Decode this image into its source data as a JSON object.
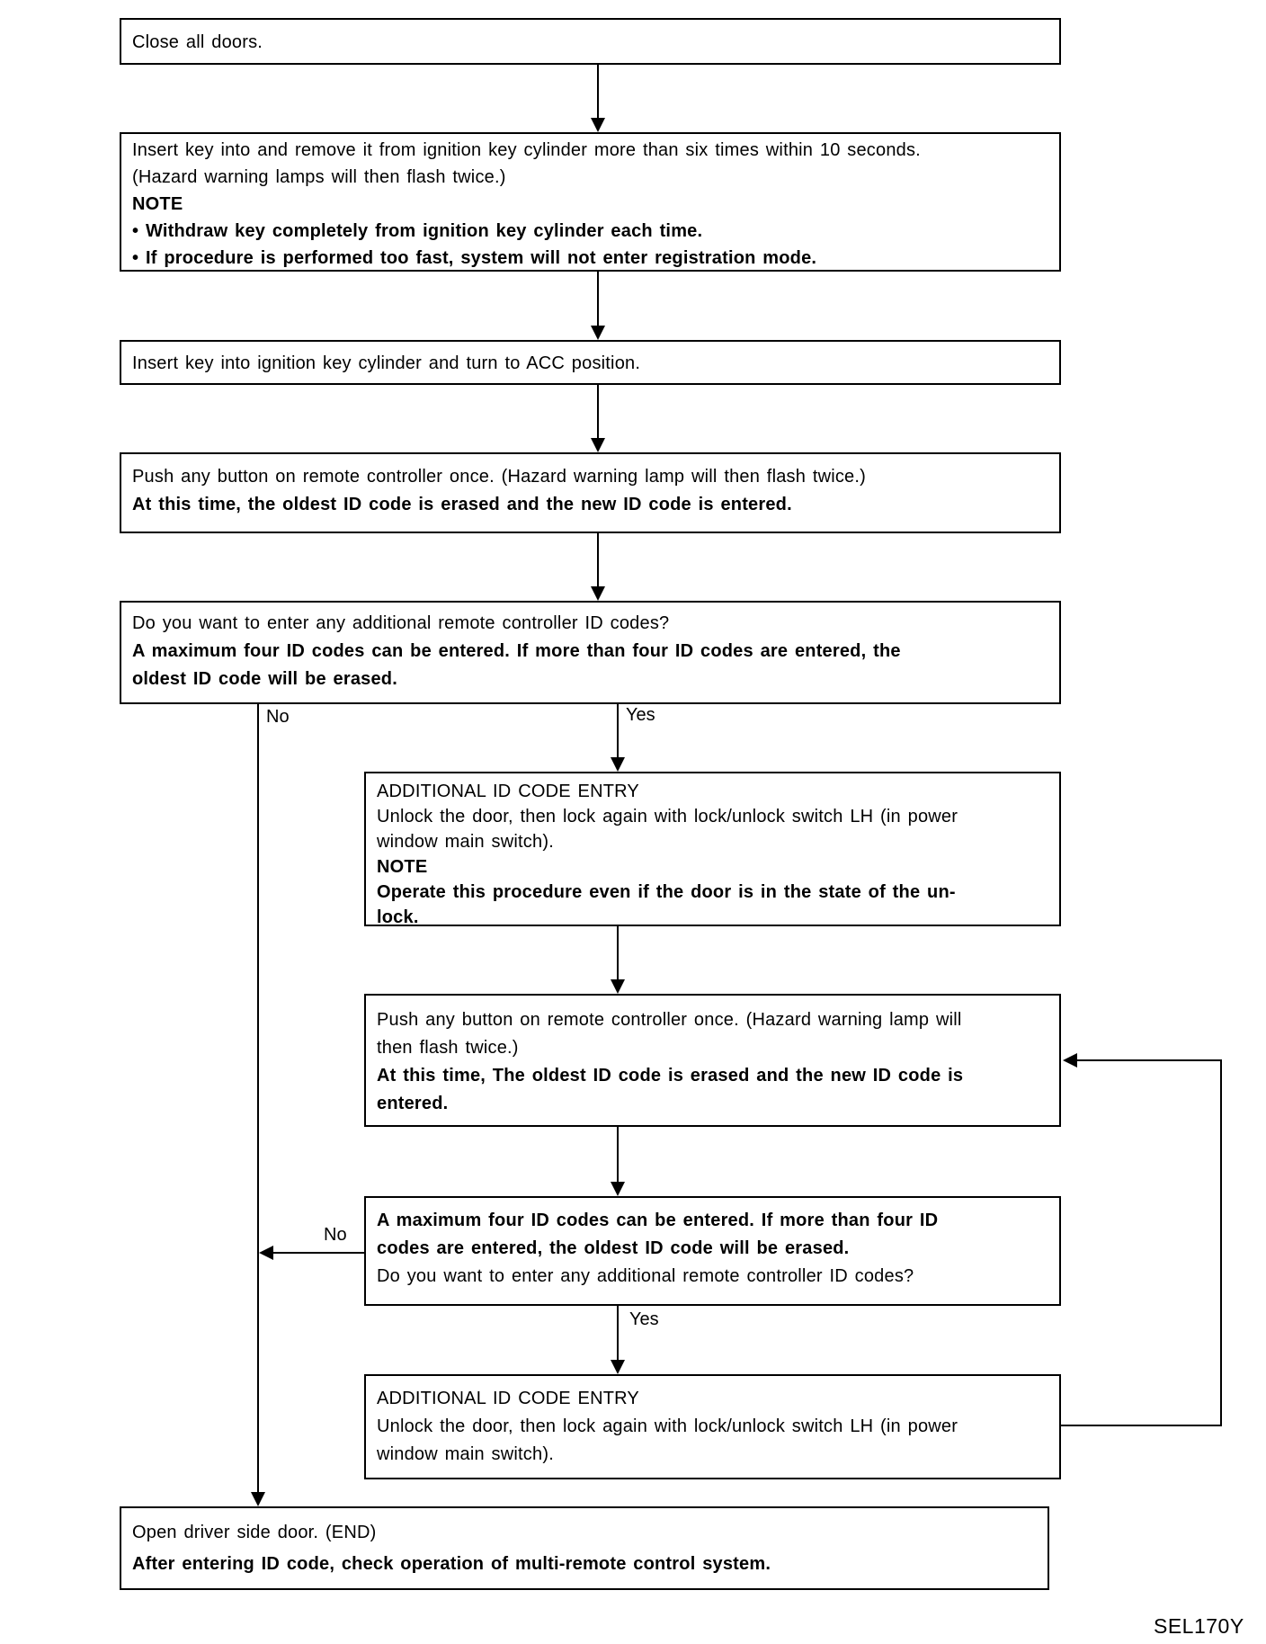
{
  "figure": {
    "code": "SEL170Y"
  },
  "branch_labels": {
    "no_main": "No",
    "yes_main": "Yes",
    "no_loop": "No",
    "yes_loop": "Yes"
  },
  "steps": {
    "close_doors": {
      "lines": [
        "Close all doors."
      ]
    },
    "insert_remove_key": {
      "lines": [
        "Insert key into and remove it from ignition key cylinder more than six times within 10 seconds.",
        "(Hazard warning lamps will then flash twice.)",
        "NOTE",
        "• Withdraw key completely from ignition key cylinder each time.",
        "• If procedure is performed too fast, system will not enter registration mode."
      ]
    },
    "turn_to_acc": {
      "lines": [
        "Insert key into ignition key cylinder and turn to ACC position."
      ]
    },
    "push_button": {
      "lines": [
        "Push any button on remote controller once. (Hazard warning lamp will then flash twice.)",
        "At this time, the oldest ID code is erased and the new ID code is entered."
      ]
    },
    "decision_additional": {
      "lines": [
        "Do you want to enter any additional remote controller ID codes?",
        "A maximum four ID codes can be entered. If more than four ID codes are entered, the",
        "oldest ID code will be erased."
      ]
    },
    "additional_entry_1": {
      "lines": [
        "ADDITIONAL ID CODE ENTRY",
        "Unlock the door, then lock again with lock/unlock switch LH (in power",
        "window main switch).",
        "NOTE",
        "Operate this procedure even if the door is in the state of the un-",
        "lock."
      ]
    },
    "push_button_2": {
      "lines": [
        "Push any button on remote controller once. (Hazard warning lamp will",
        "then flash twice.)",
        "At this time, The oldest ID code is erased and the new ID code is",
        "entered."
      ]
    },
    "decision_additional_2": {
      "lines": [
        "A maximum four ID codes can be entered. If more than four ID",
        "codes are entered, the oldest ID code will be erased.",
        "Do you want to enter any additional remote controller ID codes?"
      ]
    },
    "additional_entry_2": {
      "lines": [
        "ADDITIONAL ID CODE ENTRY",
        "Unlock the door, then lock again with lock/unlock switch LH (in power",
        "window main switch)."
      ]
    },
    "open_door_end": {
      "lines": [
        "Open driver side door. (END)",
        "After entering ID code, check operation of multi-remote control system."
      ]
    }
  }
}
